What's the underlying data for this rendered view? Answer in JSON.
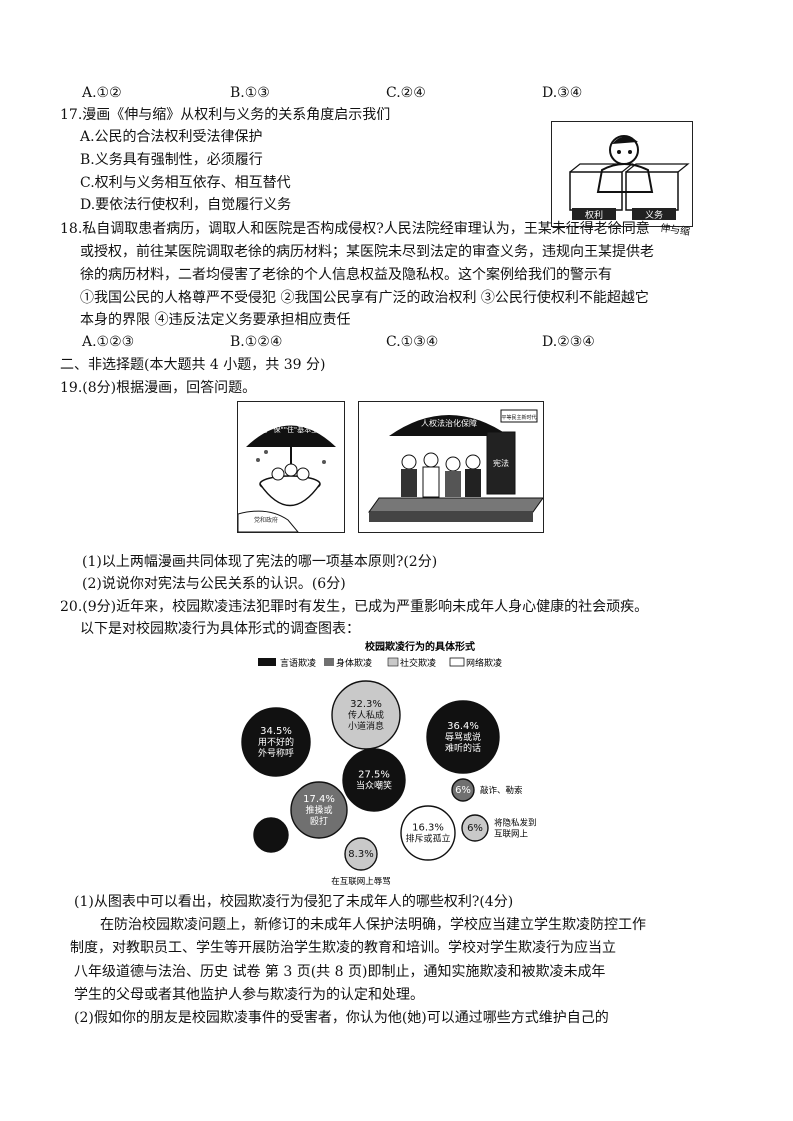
{
  "q16_options": [
    "A.①②",
    "B.①③",
    "C.②④",
    "D.③④"
  ],
  "q17": {
    "stem": "17.漫画《伸与缩》从权利与义务的关系角度启示我们",
    "options": [
      "A.公民的合法权利受法律保护",
      "B.义务具有强制性，必须履行",
      "C.权利与义务相互依存、相互替代",
      "D.要依法行使权利，自觉履行义务"
    ],
    "cartoon_labels": [
      "权利",
      "义务"
    ],
    "cartoon_caption": "伸与缩"
  },
  "q18": {
    "lines": [
      "18.私自调取患者病历，调取人和医院是否构成侵权?人民法院经审理认为，王某未征得老徐同意",
      "或授权，前往某医院调取老徐的病历材料；某医院未尽到法定的审查义务，违规向王某提供老",
      "徐的病历材料，二者均侵害了老徐的个人信息权益及隐私权。这个案例给我们的警示有",
      "①我国公民的人格尊严不受侵犯 ②我国公民享有广泛的政治权利 ③公民行使权利不能超越它",
      "本身的界限 ④违反法定义务要承担相应责任"
    ],
    "options": [
      "A.①②③",
      "B.①②④",
      "C.①③④",
      "D.②③④"
    ]
  },
  "section2": "二、非选择题(本大题共 4 小题，共 39 分)",
  "q19": {
    "stem": "19.(8分)根据漫画，回答问题。",
    "cartoon1_umbrella": "\"低\"\"保\"\"住\"基本生活",
    "cartoon1_hand": "党和政府",
    "cartoon2_umbrella": "人权法治化保障",
    "cartoon2_sign": "宪法",
    "cartoon2_board": "平等民主新时代",
    "sub1": "(1)以上两幅漫画共同体现了宪法的哪一项基本原则?(2分)",
    "sub2": "(2)说说你对宪法与公民关系的认识。(6分)"
  },
  "q20": {
    "stem1": "20.(9分)近年来，校园欺凌违法犯罪时有发生，已成为严重影响未成年人身心健康的社会顽疾。",
    "stem2": "以下是对校园欺凌行为具体形式的调查图表：",
    "sub1": "(1)从图表中可以看出，校园欺凌行为侵犯了未成年人的哪些权利?(4分)",
    "para1": "在防治校园欺凌问题上，新修订的未成年人保护法明确，学校应当建立学生欺凌防控工作",
    "para2": "制度，对教职员工、学生等开展防治学生欺凌的教育和培训。学校对学生欺凌行为应当立",
    "para3": "八年级道德与法治、历史 试卷 第 3 页(共 8 页)即制止，通知实施欺凌和被欺凌未成年",
    "para4": "学生的父母或者其他监护人参与欺凌行为的认定和处理。",
    "sub2": "(2)假如你的朋友是校园欺凌事件的受害者，你认为他(她)可以通过哪些方式维护自己的"
  },
  "chart_data": {
    "type": "bubble",
    "title": "校园欺凌行为的具体形式",
    "legend": [
      "言语欺凌",
      "身体欺凌",
      "社交欺凌",
      "网络欺凌"
    ],
    "colors": {
      "言语欺凌": "#111111",
      "身体欺凌": "#707070",
      "社交欺凌": "#c9c9c9",
      "网络欺凌": "#ffffff"
    },
    "bubbles": [
      {
        "value": "32.3%",
        "label": [
          "传人私成",
          "小道消息"
        ],
        "category": "社交欺凌"
      },
      {
        "value": "34.5%",
        "label": [
          "用不好的",
          "外号称呼"
        ],
        "category": "言语欺凌"
      },
      {
        "value": "36.4%",
        "label": [
          "辱骂或说",
          "难听的话"
        ],
        "category": "言语欺凌"
      },
      {
        "value": "27.5%",
        "label": [
          "当众嘲笑"
        ],
        "category": "言语欺凌"
      },
      {
        "value": "6%",
        "label": [],
        "category": "身体欺凌",
        "side_label": "敲诈、勒索"
      },
      {
        "value": "17.4%",
        "label": [
          "推搡或",
          "殴打"
        ],
        "category": "身体欺凌"
      },
      {
        "value": "16.3%",
        "label": [
          "排斥或孤立"
        ],
        "category": "网络欺凌"
      },
      {
        "value": "6%",
        "label": [],
        "category": "社交欺凌",
        "side_label": [
          "将隐私发到",
          "互联网上"
        ]
      },
      {
        "value": "",
        "label": [],
        "category": "言语欺凌"
      },
      {
        "value": "8.3%",
        "label": [],
        "category": "社交欺凌",
        "bottom_label": "在互联网上辱骂"
      }
    ]
  }
}
